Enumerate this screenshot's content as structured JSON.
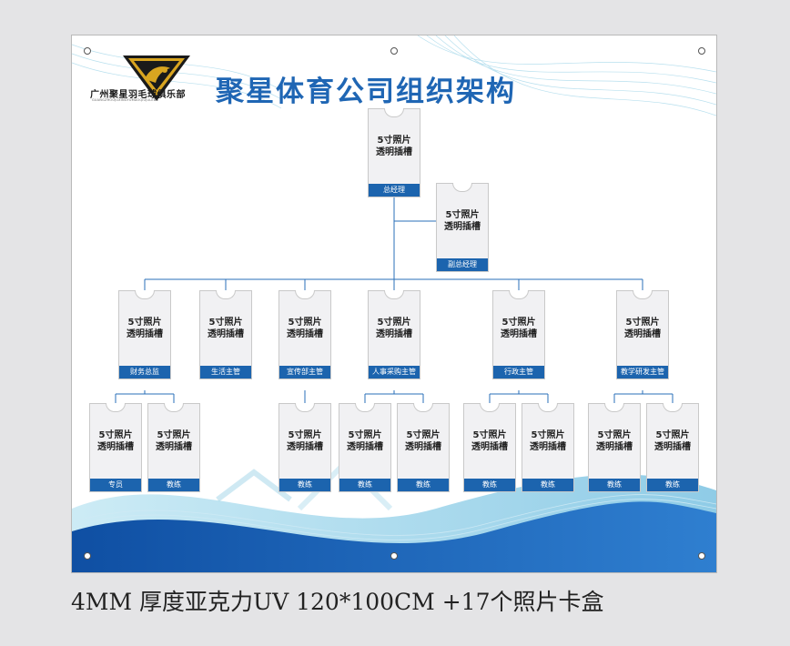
{
  "logo": {
    "name": "广州聚星羽毛球俱乐部",
    "pinyin": "GUANGZHOUJUXINGYUMAOQIUJULEBU",
    "colors": {
      "gold": "#d9a520",
      "dark": "#1a1a1a"
    }
  },
  "title": "聚星体育公司组织架构",
  "photo_slot": {
    "line1": "5寸照片",
    "line2": "透明插槽"
  },
  "colors": {
    "accent": "#1f66b4",
    "label_bg": "#1c64ae",
    "wave_dark": "#0f4fa3",
    "wave_light": "#8fd0e6"
  },
  "org": {
    "gm": "总经理",
    "deputy": "副总经理",
    "managers": [
      "财务总监",
      "生活主管",
      "宣传部主管",
      "人事采购主管",
      "行政主管",
      "教学研发主管"
    ],
    "staff": [
      "专员",
      "教练",
      "教练",
      "教练",
      "教练",
      "教练",
      "教练",
      "教练",
      "教练"
    ]
  },
  "caption": "4MM 厚度亚克力UV 120*100CM +17个照片卡盒"
}
